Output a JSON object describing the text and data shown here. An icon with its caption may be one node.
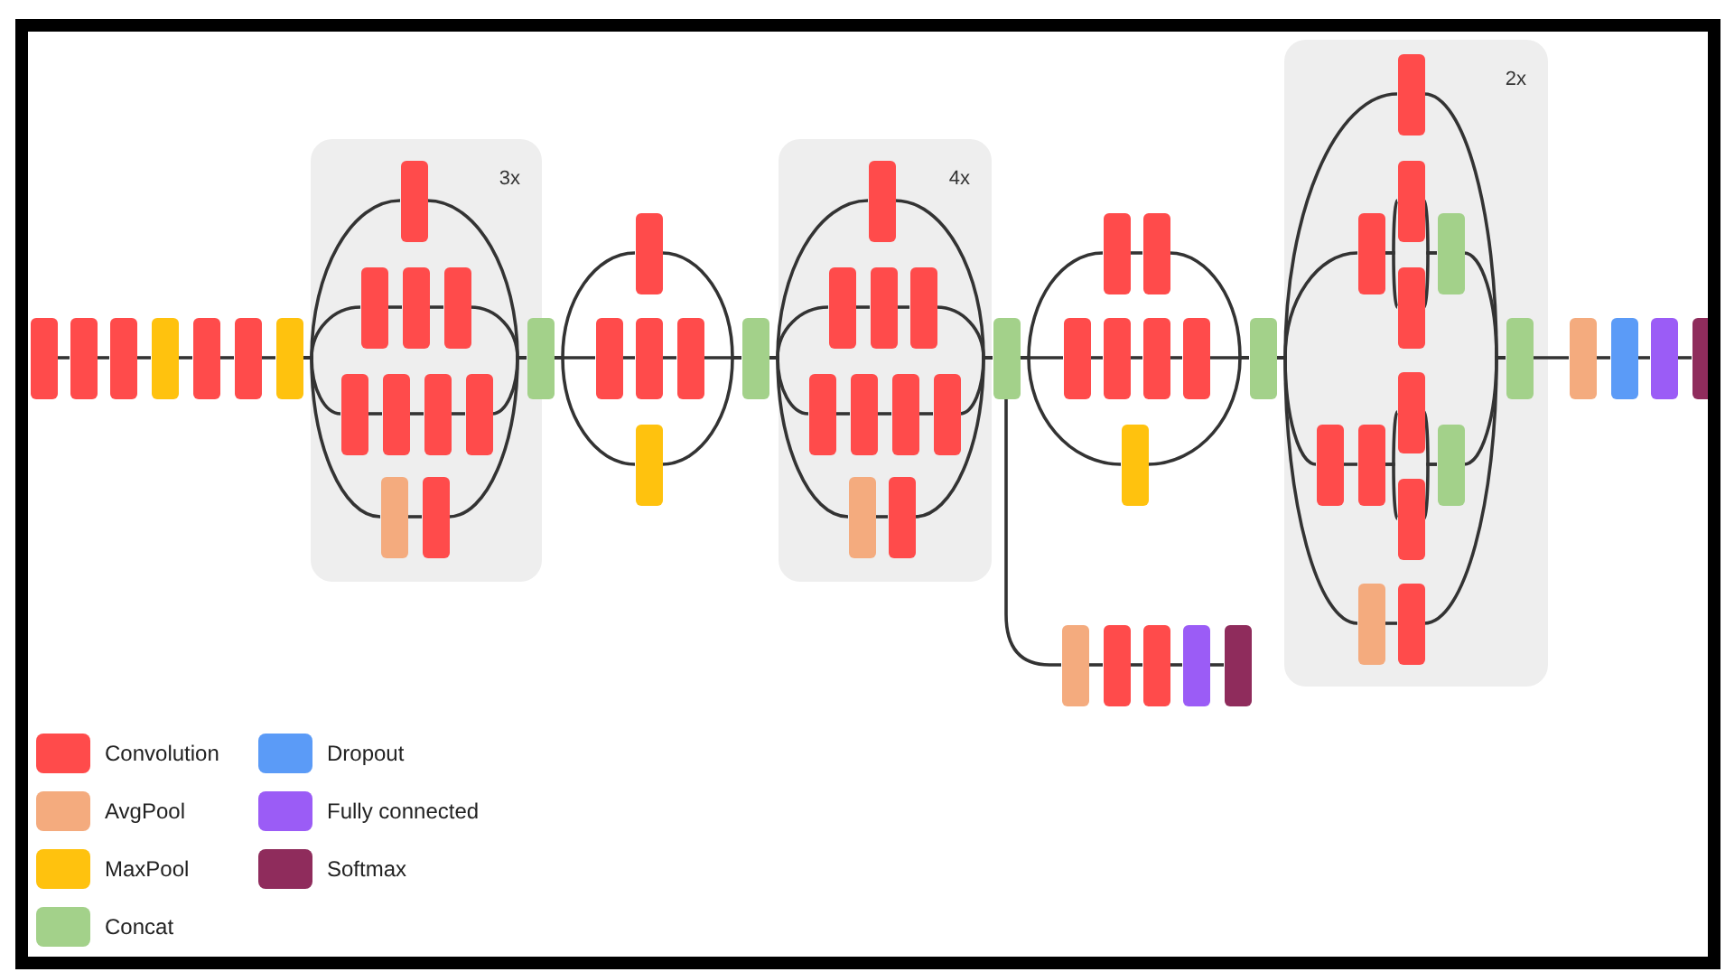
{
  "diagram": {
    "nodes": [
      {
        "text": [],
        "shape": "box"
      },
      {
        "text": [],
        "shape": "box"
      },
      {
        "text": [],
        "shape": "box"
      },
      {
        "text": [],
        "shape": "box"
      },
      {
        "text": [],
        "shape": "box"
      },
      {
        "text": [],
        "shape": "box"
      },
      {
        "text": [],
        "shape": "box"
      },
      {
        "text": [
          "3x"
        ]
      },
      {
        "text": [],
        "shape": "box",
        "in": 7
      },
      {
        "text": [],
        "shape": "box",
        "in": 7
      },
      {
        "text": [],
        "shape": "box",
        "in": 7
      },
      {
        "text": [],
        "shape": "box",
        "in": 7
      },
      {
        "text": [],
        "shape": "box",
        "in": 7
      },
      {
        "text": [],
        "shape": "box",
        "in": 7
      },
      {
        "text": [],
        "shape": "box",
        "in": 7
      },
      {
        "text": [],
        "shape": "box",
        "in": 7
      },
      {
        "text": [],
        "shape": "box",
        "in": 7
      },
      {
        "text": [],
        "shape": "box",
        "in": 7
      },
      {
        "text": [],
        "shape": "box"
      },
      {
        "text": [],
        "shape": "box"
      },
      {
        "text": [],
        "shape": "box"
      },
      {
        "text": [],
        "shape": "box"
      },
      {
        "text": [],
        "shape": "box"
      },
      {
        "text": [],
        "shape": "box"
      },
      {
        "text": [],
        "shape": "box"
      },
      {
        "text": [
          "4x"
        ]
      },
      {
        "text": [],
        "shape": "box",
        "in": 25
      },
      {
        "text": [],
        "shape": "box",
        "in": 25
      },
      {
        "text": [],
        "shape": "box",
        "in": 25
      },
      {
        "text": [],
        "shape": "box",
        "in": 25
      },
      {
        "text": [],
        "shape": "box",
        "in": 25
      },
      {
        "text": [],
        "shape": "box",
        "in": 25
      },
      {
        "text": [],
        "shape": "box",
        "in": 25
      },
      {
        "text": [],
        "shape": "box",
        "in": 25
      },
      {
        "text": [],
        "shape": "box",
        "in": 25
      },
      {
        "text": [],
        "shape": "box",
        "in": 25
      },
      {
        "text": [],
        "shape": "box"
      },
      {
        "text": [],
        "shape": "box"
      },
      {
        "text": [],
        "shape": "box"
      },
      {
        "text": [],
        "shape": "box"
      },
      {
        "text": [],
        "shape": "box"
      },
      {
        "text": [],
        "shape": "box"
      },
      {
        "text": [],
        "shape": "box"
      },
      {
        "text": [],
        "shape": "box"
      },
      {
        "text": [],
        "shape": "box"
      },
      {
        "text": [],
        "shape": "box"
      },
      {
        "text": [],
        "shape": "box"
      },
      {
        "text": [],
        "shape": "box"
      },
      {
        "text": [],
        "shape": "box"
      },
      {
        "text": [],
        "shape": "box"
      },
      {
        "text": [
          "2x"
        ]
      },
      {
        "text": [],
        "shape": "box",
        "in": 50
      },
      {
        "text": [],
        "shape": "box",
        "in": 50
      },
      {
        "text": [],
        "shape": "box",
        "in": 50
      },
      {
        "text": [],
        "shape": "box",
        "in": 50
      },
      {
        "text": [],
        "shape": "box",
        "in": 50
      },
      {
        "text": [],
        "shape": "box",
        "in": 50
      },
      {
        "text": [],
        "shape": "box",
        "in": 50
      },
      {
        "text": [],
        "shape": "box",
        "in": 50
      },
      {
        "text": [],
        "shape": "box",
        "in": 50
      },
      {
        "text": [],
        "shape": "box",
        "in": 50
      },
      {
        "text": [],
        "shape": "box",
        "in": 50
      },
      {
        "text": [],
        "shape": "box",
        "in": 50
      },
      {
        "text": [],
        "shape": "box",
        "in": 50
      },
      {
        "text": [],
        "shape": "box"
      },
      {
        "text": [],
        "shape": "box"
      },
      {
        "text": [],
        "shape": "box"
      },
      {
        "text": [],
        "shape": "box"
      }
    ],
    "edges": [
      {
        "from": 0,
        "to": 1,
        "arrow": "none"
      },
      {
        "from": 1,
        "to": 2,
        "arrow": "none"
      },
      {
        "from": 2,
        "to": 3,
        "arrow": "none"
      },
      {
        "from": 3,
        "to": 4,
        "arrow": "none"
      },
      {
        "from": 4,
        "to": 5,
        "arrow": "none"
      },
      {
        "from": 5,
        "to": 6,
        "arrow": "none"
      },
      {
        "from": 6,
        "to": 8,
        "arrow": "none"
      },
      {
        "from": 8,
        "to": 18,
        "arrow": "none"
      },
      {
        "from": 6,
        "to": 9,
        "arrow": "none"
      },
      {
        "from": 9,
        "to": 10,
        "arrow": "none"
      },
      {
        "from": 10,
        "to": 11,
        "arrow": "none"
      },
      {
        "from": 11,
        "to": 18,
        "arrow": "none"
      },
      {
        "from": 6,
        "to": 12,
        "arrow": "none"
      },
      {
        "from": 12,
        "to": 13,
        "arrow": "none"
      },
      {
        "from": 13,
        "to": 14,
        "arrow": "none"
      },
      {
        "from": 14,
        "to": 15,
        "arrow": "none"
      },
      {
        "from": 15,
        "to": 18,
        "arrow": "none"
      },
      {
        "from": 6,
        "to": 16,
        "arrow": "none"
      },
      {
        "from": 16,
        "to": 17,
        "arrow": "none"
      },
      {
        "from": 17,
        "to": 18,
        "arrow": "none"
      },
      {
        "from": 18,
        "to": 19,
        "arrow": "none"
      },
      {
        "from": 19,
        "to": 24,
        "arrow": "none"
      },
      {
        "from": 18,
        "to": 20,
        "arrow": "none"
      },
      {
        "from": 20,
        "to": 21,
        "arrow": "none"
      },
      {
        "from": 21,
        "to": 22,
        "arrow": "none"
      },
      {
        "from": 22,
        "to": 24,
        "arrow": "none"
      },
      {
        "from": 18,
        "to": 23,
        "arrow": "none"
      },
      {
        "from": 23,
        "to": 24,
        "arrow": "none"
      },
      {
        "from": 24,
        "to": 26,
        "arrow": "none"
      },
      {
        "from": 26,
        "to": 36,
        "arrow": "none"
      },
      {
        "from": 24,
        "to": 27,
        "arrow": "none"
      },
      {
        "from": 27,
        "to": 28,
        "arrow": "none"
      },
      {
        "from": 28,
        "to": 29,
        "arrow": "none"
      },
      {
        "from": 29,
        "to": 36,
        "arrow": "none"
      },
      {
        "from": 24,
        "to": 30,
        "arrow": "none"
      },
      {
        "from": 30,
        "to": 31,
        "arrow": "none"
      },
      {
        "from": 31,
        "to": 32,
        "arrow": "none"
      },
      {
        "from": 32,
        "to": 33,
        "arrow": "none"
      },
      {
        "from": 33,
        "to": 36,
        "arrow": "none"
      },
      {
        "from": 24,
        "to": 34,
        "arrow": "none"
      },
      {
        "from": 34,
        "to": 35,
        "arrow": "none"
      },
      {
        "from": 35,
        "to": 36,
        "arrow": "none"
      },
      {
        "from": 36,
        "to": 37,
        "arrow": "none"
      },
      {
        "from": 37,
        "to": 38,
        "arrow": "none"
      },
      {
        "from": 38,
        "to": 39,
        "arrow": "none"
      },
      {
        "from": 39,
        "to": 40,
        "arrow": "none"
      },
      {
        "from": 40,
        "to": 41,
        "arrow": "none"
      },
      {
        "from": 36,
        "to": 42,
        "arrow": "none"
      },
      {
        "from": 42,
        "to": 43,
        "arrow": "none"
      },
      {
        "from": 43,
        "to": 49,
        "arrow": "none"
      },
      {
        "from": 36,
        "to": 44,
        "arrow": "none"
      },
      {
        "from": 44,
        "to": 45,
        "arrow": "none"
      },
      {
        "from": 45,
        "to": 46,
        "arrow": "none"
      },
      {
        "from": 46,
        "to": 47,
        "arrow": "none"
      },
      {
        "from": 47,
        "to": 49,
        "arrow": "none"
      },
      {
        "from": 36,
        "to": 48,
        "arrow": "none"
      },
      {
        "from": 48,
        "to": 49,
        "arrow": "none"
      },
      {
        "from": 49,
        "to": 51,
        "arrow": "none"
      },
      {
        "from": 51,
        "to": 63,
        "arrow": "none"
      },
      {
        "from": 49,
        "to": 52,
        "arrow": "none"
      },
      {
        "from": 52,
        "to": 53,
        "arrow": "none"
      },
      {
        "from": 52,
        "to": 54,
        "arrow": "none"
      },
      {
        "from": 53,
        "to": 55,
        "arrow": "none"
      },
      {
        "from": 54,
        "to": 55,
        "arrow": "none"
      },
      {
        "from": 55,
        "to": 63,
        "arrow": "none"
      },
      {
        "from": 49,
        "to": 56,
        "arrow": "none"
      },
      {
        "from": 56,
        "to": 57,
        "arrow": "none"
      },
      {
        "from": 57,
        "to": 58,
        "arrow": "none"
      },
      {
        "from": 57,
        "to": 59,
        "arrow": "none"
      },
      {
        "from": 58,
        "to": 60,
        "arrow": "none"
      },
      {
        "from": 59,
        "to": 60,
        "arrow": "none"
      },
      {
        "from": 60,
        "to": 63,
        "arrow": "none"
      },
      {
        "from": 49,
        "to": 61,
        "arrow": "none"
      },
      {
        "from": 61,
        "to": 62,
        "arrow": "none"
      },
      {
        "from": 62,
        "to": 63,
        "arrow": "none"
      },
      {
        "from": 63,
        "to": 64,
        "arrow": "none"
      },
      {
        "from": 64,
        "to": 65,
        "arrow": "none"
      },
      {
        "from": 65,
        "to": 66,
        "arrow": "none"
      },
      {
        "from": 66,
        "to": 67,
        "arrow": "none"
      }
    ],
    "legend": [
      {
        "text": "Convolution",
        "color": "#ff4b4b"
      },
      {
        "text": "AvgPool",
        "color": "#f4ab7e"
      },
      {
        "text": "MaxPool",
        "color": "#ffc20e"
      },
      {
        "text": "Concat",
        "color": "#a3d18a"
      },
      {
        "text": "Dropout",
        "color": "#5b9bf7"
      },
      {
        "text": "Fully connected",
        "color": "#9b5cf6"
      },
      {
        "text": "Softmax",
        "color": "#8f2c5c"
      }
    ]
  }
}
